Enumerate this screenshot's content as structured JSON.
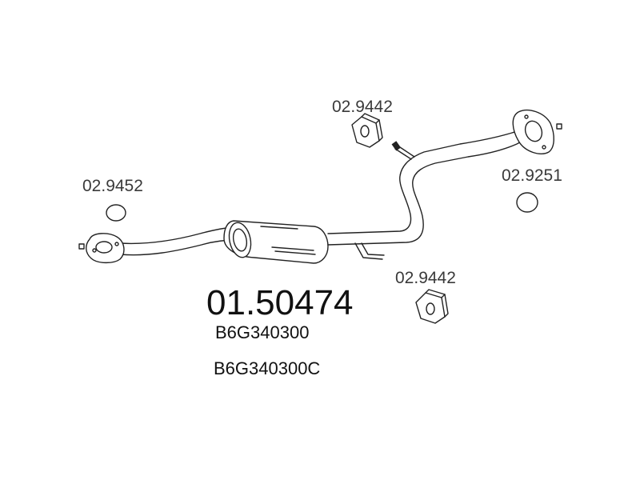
{
  "diagram": {
    "main_part_number": "01.50474",
    "oem_numbers": [
      "B6G340300",
      "B6G340300C"
    ],
    "callouts": {
      "gasket_left": "02.9452",
      "hanger_top": "02.9442",
      "gasket_right": "02.9251",
      "hanger_bottom": "02.9442"
    }
  }
}
